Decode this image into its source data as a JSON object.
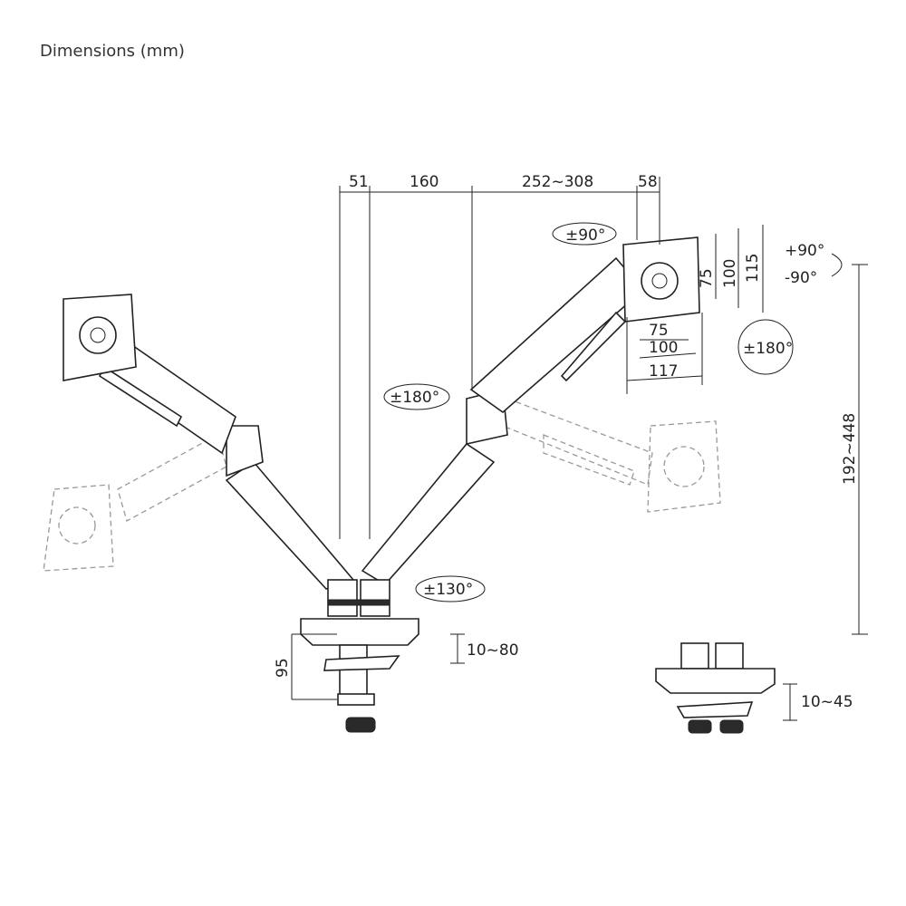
{
  "title": "Dimensions (mm)",
  "dimensions": {
    "top": [
      "51",
      "160",
      "252~308",
      "58"
    ],
    "height_range": "192~448",
    "clamp_thickness_large": "10~80",
    "clamp_height": "95",
    "grommet_thickness": "10~45"
  },
  "vesa": {
    "vertical": [
      "75",
      "100",
      "115"
    ],
    "horizontal": [
      "75",
      "100",
      "117"
    ]
  },
  "rotations": {
    "swivel_head": "±90°",
    "tilt_up": "+90°",
    "tilt_down": "-90°",
    "rotate_right": "±180°",
    "elbow": "±180°",
    "base": "±130°"
  }
}
